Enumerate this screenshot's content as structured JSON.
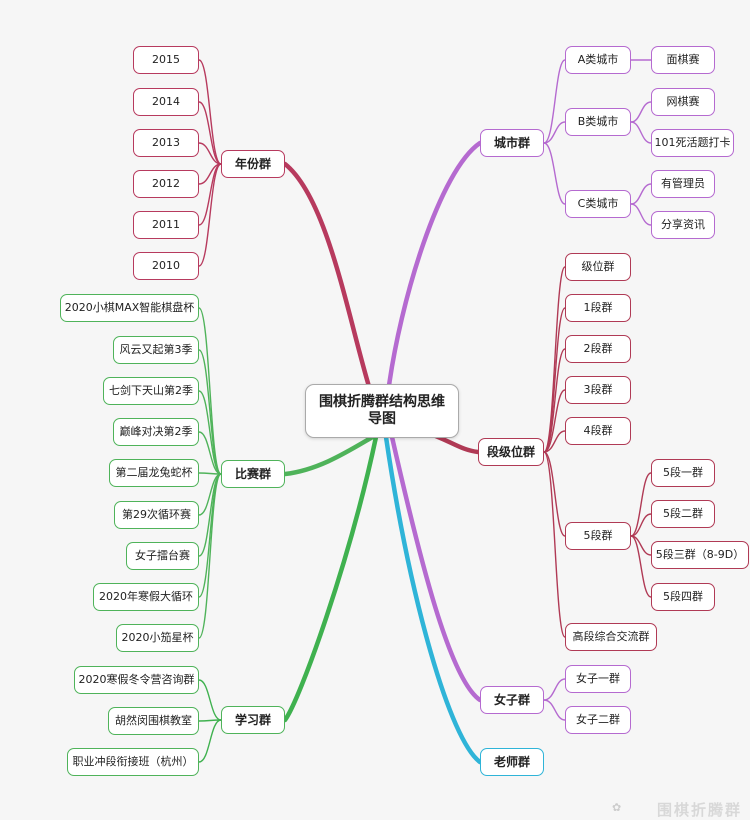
{
  "center": "围棋折腾群结构思维导图",
  "colors": {
    "year": "#b73a5e",
    "match": "#4fb35a",
    "study": "#3fb14f",
    "city": "#b56ad0",
    "dan": "#b03a55",
    "women": "#b56ad0",
    "teacher": "#2fb4d8"
  },
  "branches": {
    "year": {
      "label": "年份群",
      "items": [
        "2015",
        "2014",
        "2013",
        "2012",
        "2011",
        "2010"
      ]
    },
    "match": {
      "label": "比赛群",
      "items": [
        "2020小棋MAX智能棋盘杯",
        "风云又起第3季",
        "七剑下天山第2季",
        "巅峰对决第2季",
        "第二届龙兔蛇杯",
        "第29次循环赛",
        "女子擂台赛",
        "2020年寒假大循环",
        "2020小笳星杯"
      ]
    },
    "study": {
      "label": "学习群",
      "items": [
        "2020寒假冬令营咨询群",
        "胡然闵围棋教室",
        "职业冲段衔接班（杭州）"
      ]
    },
    "city": {
      "label": "城市群",
      "groups": [
        {
          "label": "A类城市",
          "items": [
            "面棋赛"
          ]
        },
        {
          "label": "B类城市",
          "items": [
            "网棋赛",
            "101死活题打卡"
          ]
        },
        {
          "label": "C类城市",
          "items": [
            "有管理员",
            "分享资讯"
          ]
        }
      ]
    },
    "dan": {
      "label": "段级位群",
      "items": [
        "级位群",
        "1段群",
        "2段群",
        "3段群",
        "4段群"
      ],
      "five": {
        "label": "5段群",
        "items": [
          "5段一群",
          "5段二群",
          "5段三群（8-9D）",
          "5段四群"
        ]
      },
      "high": "高段综合交流群"
    },
    "women": {
      "label": "女子群",
      "items": [
        "女子一群",
        "女子二群"
      ]
    },
    "teacher": {
      "label": "老师群"
    }
  },
  "watermark": "围棋折腾群"
}
